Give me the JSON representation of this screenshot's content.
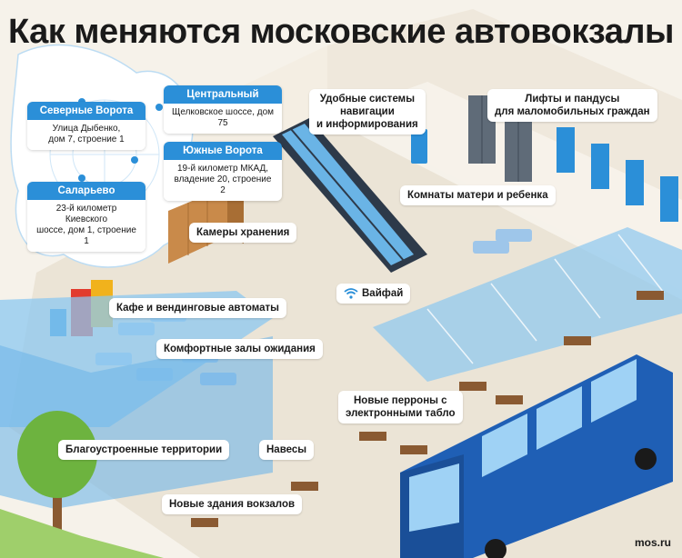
{
  "title": "Как меняются московские автовокзалы",
  "stations": [
    {
      "name": "Северные Ворота",
      "address": [
        "Улица Дыбенко,",
        "дом 7, строение 1"
      ]
    },
    {
      "name": "Центральный",
      "address": [
        "Щелковское шоссе, дом 75"
      ]
    },
    {
      "name": "Южные Ворота",
      "address": [
        "19-й километр МКАД,",
        "владение 20, строение 2"
      ]
    },
    {
      "name": "Саларьево",
      "address": [
        "23-й километр Киевского",
        "шоссе, дом 1, строение 1"
      ]
    }
  ],
  "features": {
    "navigation": [
      "Удобные системы",
      "навигации",
      "и информирования"
    ],
    "lifts": [
      "Лифты и пандусы",
      "для маломобильных граждан"
    ],
    "mother_child": "Комнаты матери и ребенка",
    "storage": "Камеры хранения",
    "wifi": "Вайфай",
    "cafe": "Кафе и вендинговые автоматы",
    "waiting": "Комфортные залы ожидания",
    "platforms": [
      "Новые перроны с",
      "электронными табло"
    ],
    "territories": "Благоустроенные территории",
    "canopies": "Навесы",
    "buildings": "Новые здания вокзалов"
  },
  "brand": "mos.ru",
  "colors": {
    "accent": "#2b8fd8",
    "glass": "#7fc0ee",
    "bus": "#1f5fb5",
    "floor": "#ece6da",
    "wall": "#f3ede2"
  }
}
